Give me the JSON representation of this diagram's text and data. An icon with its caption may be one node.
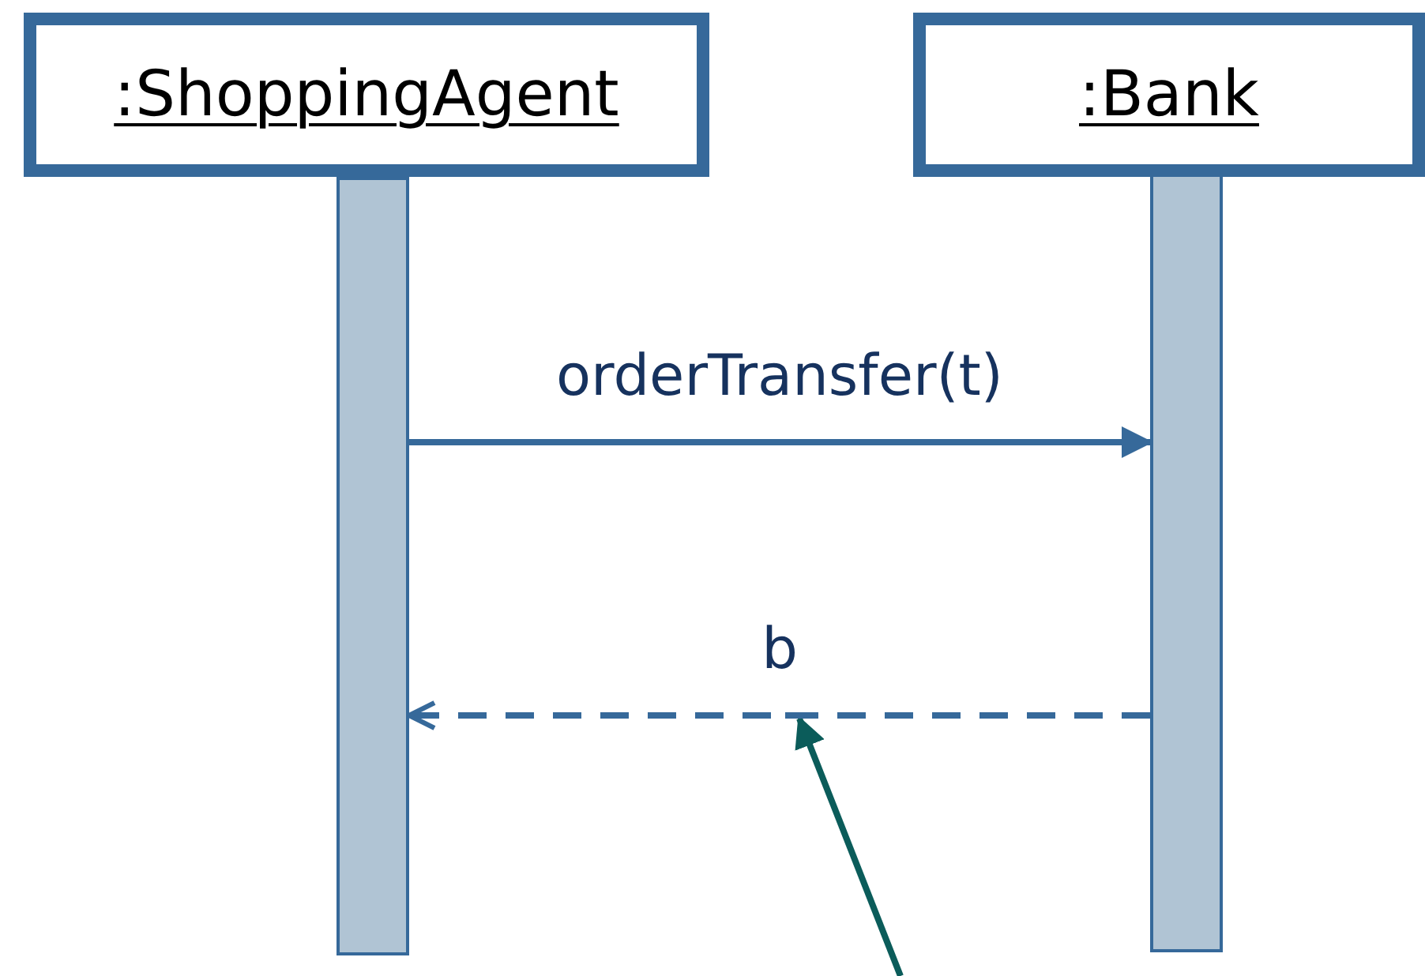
{
  "diagram": {
    "nodes": [
      {
        "text": [
          ":ShoppingAgent"
        ]
      },
      {
        "text": [
          ":Bank"
        ]
      },
      {
        "text": [],
        "shape": "bar"
      },
      {
        "text": [],
        "shape": "bar"
      },
      {
        "text": [],
        "shape": "dash"
      }
    ],
    "edges": [
      {
        "from": 2,
        "to": 3,
        "arrow": "to",
        "label": "orderTransfer(t)"
      },
      {
        "from": 3,
        "to": 2,
        "arrow": "to",
        "label": "b",
        "style": "dashed"
      },
      {
        "from": null,
        "to": 4,
        "arrow": "to",
        "color": "#0b5c5a"
      }
    ]
  }
}
